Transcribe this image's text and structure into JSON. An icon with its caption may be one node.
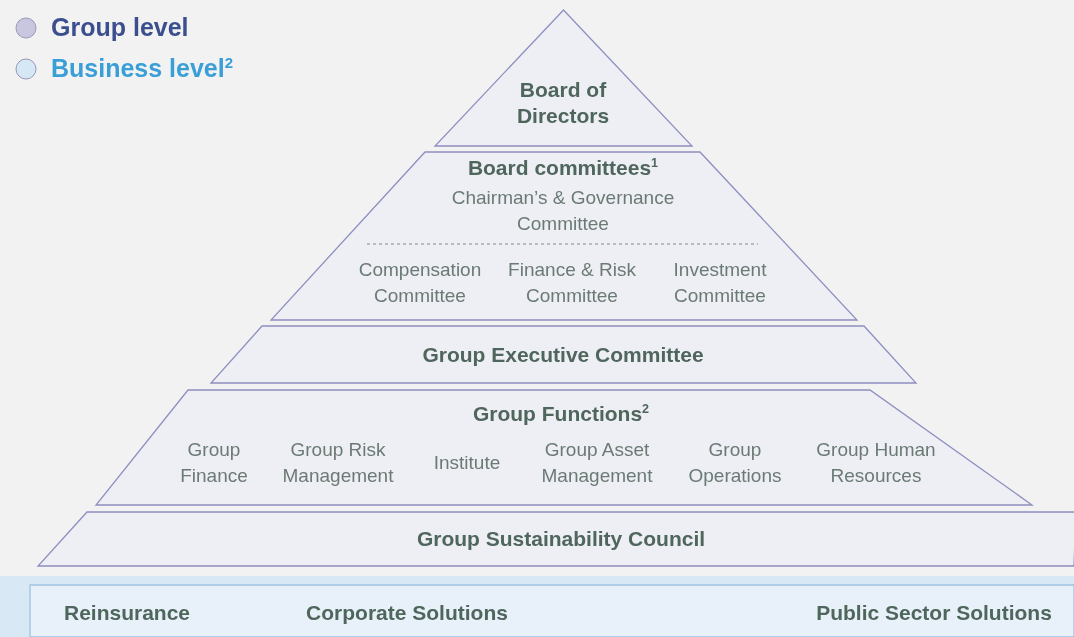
{
  "diagram": {
    "nodes": [
      {
        "text": [
          "Board of Directors"
        ]
      },
      {
        "text": [
          "Board committees$^{1}$",
          "Chairman’s & Governance Committee",
          "Compensation Committee",
          "Finance & Risk Committee",
          "Investment Committee"
        ]
      },
      {
        "text": [
          "Group Executive Committee"
        ]
      },
      {
        "text": [
          "Group Functions$^{2}$",
          "Group Finance",
          "Group Risk Management",
          "Institute",
          "Group Asset Management",
          "Group Operations",
          "Group Human Resources"
        ]
      },
      {
        "text": [
          "Group Sustainability Council"
        ]
      },
      {
        "text": [
          "Reinsurance",
          "Corporate Solutions",
          "Public Sector Solutions"
        ]
      }
    ],
    "legend": [
      {
        "text": "Group level",
        "color": "#c9c6e0"
      },
      {
        "text": "Business level$^{2}$",
        "color": "#d6e8f6"
      }
    ]
  }
}
